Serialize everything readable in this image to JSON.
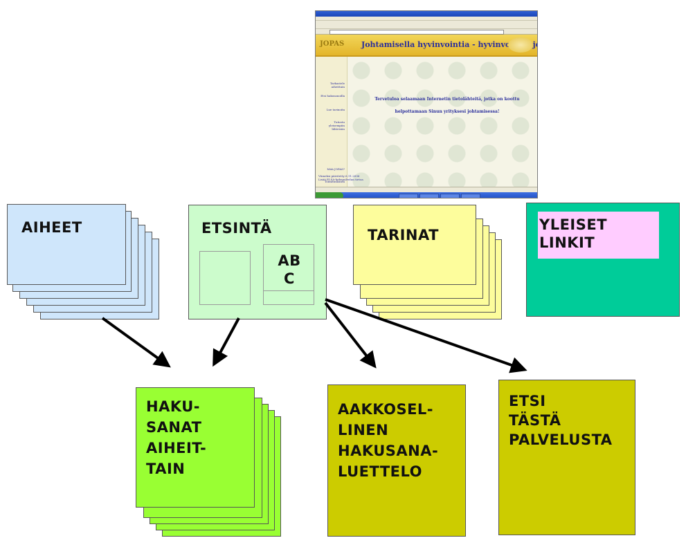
{
  "screenshot": {
    "window_title": "JOPAS - Johtamisella hyvinvointia - Microsoft Internet Explorer",
    "banner_logo": "JOPAS",
    "banner_title": "Johtamisella hyvinvointia - hyvinvointia johtamiseen",
    "sidebar_links": [
      "Tarkastele aiheittain",
      "Etsi hakusanoilla",
      "Lue tarinoita",
      "Tutustu yleisempiin lähteisiin",
      "Mitä JOPAS?",
      "Toimituskunta"
    ],
    "welcome_line1": "Tervetuloa selaamaan Internetin tietolähteitä, jotka on koottu",
    "welcome_line2": "helpottamaan Sinun yrityksesi johtamisessa!",
    "footer_line1": "Viimeksi päivitetty 6.11.2006",
    "footer_line2": "Lisää ELSA-hakupalvelun tietoa"
  },
  "boxes": {
    "aiheet": "AIHEET",
    "etsinta": "ETSINTÄ",
    "abc": "AB\nC",
    "tarinat": "TARINAT",
    "yleiset": "YLEISET\nLINKIT",
    "hakusanat": "HAKU-\nSANAT\nAIHEIT-\nTAIN",
    "aakkoselinen": "AAKKOSEL-\nLINEN\nHAKUSANA-\nLUETTELO",
    "etsi": "ETSI\nTÄSTÄ\nPALVELUSTA"
  },
  "colors": {
    "aiheet": "#cfe6fb",
    "etsinta": "#ccfccc",
    "tarinat": "#fdfd9c",
    "yleiset": "#00cc99",
    "yleiset_label_bg": "#ffccff",
    "hakusanat": "#99ff33",
    "olive": "#cccc00"
  }
}
